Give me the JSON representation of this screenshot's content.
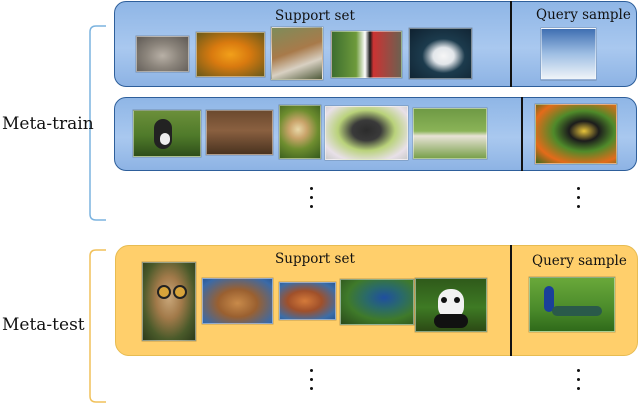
{
  "labels": {
    "meta_train": "Meta-train",
    "meta_test": "Meta-test"
  },
  "train_panels": [
    {
      "support_title": "Support set",
      "query_title": "Query sample",
      "support_images": [
        "lynx-photo",
        "dragonfly-photo",
        "squirrel-photo",
        "woodpecker-photo",
        "swan-photo"
      ],
      "query_image": "swan-photo"
    },
    {
      "support_images": [
        "rabbit-photo",
        "mouse-photo",
        "snail-photo",
        "butterfly-photo",
        "lamb-photo"
      ],
      "query_image": "butterfly-photo"
    }
  ],
  "test_panel": {
    "support_title": "Support set",
    "query_title": "Query sample",
    "support_images": [
      "owl-photo",
      "hedgehog-photo",
      "hen-photo",
      "peacock-photo",
      "panda-photo"
    ],
    "query_image": "peacock-photo"
  },
  "colors": {
    "bracket_blue": "#7bb3df",
    "bracket_orange": "#f1c15a",
    "panel_blue": "#a9c8ef",
    "panel_orange": "#ffcf6b"
  }
}
